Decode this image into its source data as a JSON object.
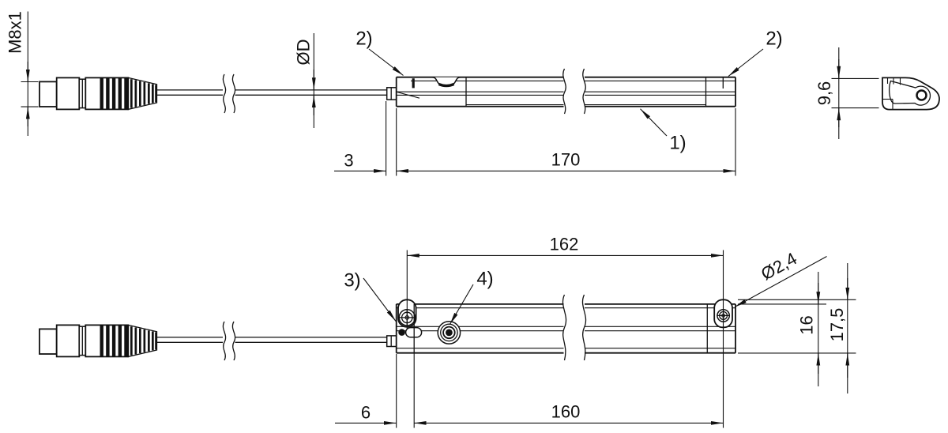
{
  "colors": {
    "ink": "#111111",
    "paper": "#ffffff"
  },
  "top_view": {
    "thread_dim": "M8x1",
    "cable_dia_dim": "ØD",
    "callout_clamp_left": "2)",
    "callout_clamp_right": "2)",
    "callout_profile": "1)",
    "offset_dim": "3",
    "length_dim": "170"
  },
  "side_view": {
    "height_dim": "9,6"
  },
  "bottom_view": {
    "callout_screw": "3)",
    "callout_led": "4)",
    "hole_spacing_dim": "162",
    "hole_dia_dim": "Ø2,4",
    "body_height_dim": "16",
    "total_height_dim": "17,5",
    "offset_dim": "6",
    "length_dim": "160"
  }
}
